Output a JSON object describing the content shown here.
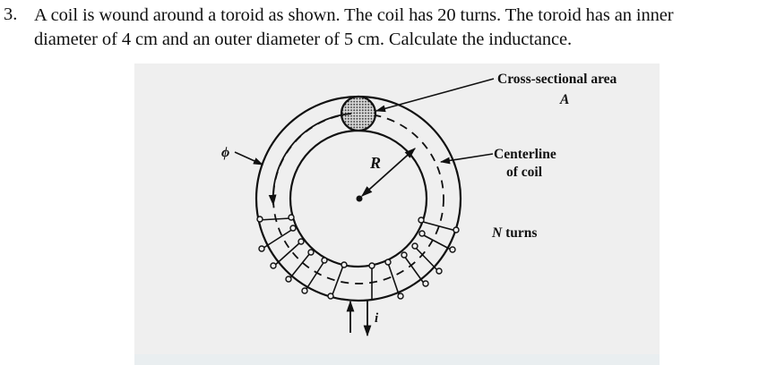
{
  "problem": {
    "number": "3.",
    "line1": "A coil is wound around a toroid as shown.  The coil has 20 turns.  The toroid has an inner",
    "line2": "diameter of 4 cm and an outer diameter of 5 cm.  Calculate the inductance."
  },
  "figure": {
    "labels": {
      "cross_section": "Cross-sectional area",
      "cross_section_symbol": "A",
      "centerline_1": "Centerline",
      "centerline_2": "of coil",
      "turns_symbol": "N",
      "turns_text": " turns",
      "flux_symbol": "ϕ",
      "radius_symbol": "R",
      "current_symbol": "i"
    },
    "colors": {
      "background": "#efefef",
      "ink": "#111111"
    }
  }
}
